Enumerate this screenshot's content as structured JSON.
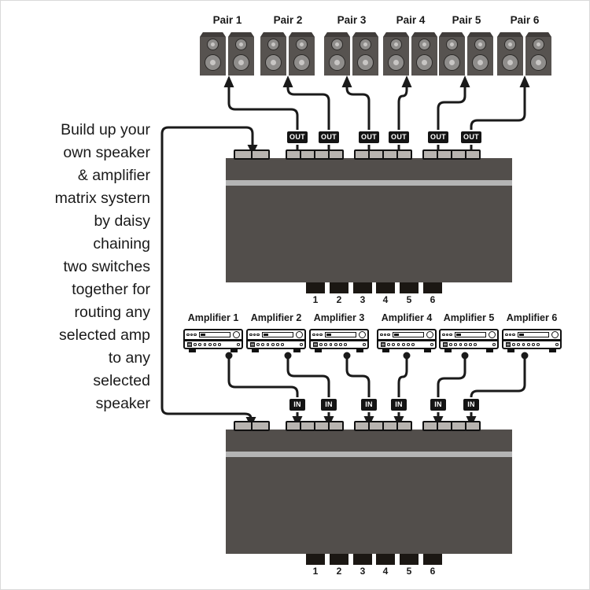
{
  "description_lines": [
    "Build up your",
    "own speaker",
    "& amplifier",
    "matrix systern",
    "by daisy",
    "chaining",
    "two switches",
    "together for",
    "routing any",
    "selected amp",
    "to any",
    "selected",
    "speaker"
  ],
  "speaker_pairs": [
    {
      "label": "Pair 1"
    },
    {
      "label": "Pair 2"
    },
    {
      "label": "Pair 3"
    },
    {
      "label": "Pair 4"
    },
    {
      "label": "Pair 5"
    },
    {
      "label": "Pair 6"
    }
  ],
  "amplifiers": [
    {
      "label": "Amplifier 1"
    },
    {
      "label": "Amplifier 2"
    },
    {
      "label": "Amplifier 3"
    },
    {
      "label": "Amplifier 4"
    },
    {
      "label": "Amplifier 5"
    },
    {
      "label": "Amplifier 6"
    }
  ],
  "top_switch": {
    "port_label": "OUT",
    "buttons": [
      "1",
      "2",
      "3",
      "4",
      "5",
      "6"
    ]
  },
  "bottom_switch": {
    "port_label": "IN",
    "buttons": [
      "1",
      "2",
      "3",
      "4",
      "5",
      "6"
    ]
  },
  "colors": {
    "wire": "#1a1a1a",
    "box": "#524e4b",
    "stripe": "#b4b4b4",
    "connector": "#b8b4b0",
    "tab": "#1b1713",
    "badge_bg": "#141414",
    "badge_text": "#ffffff",
    "speaker_body": "#575350",
    "speaker_top": "#413d3b",
    "driver_outer": "#8f8d8b",
    "driver_inner": "#c8c6c4"
  }
}
